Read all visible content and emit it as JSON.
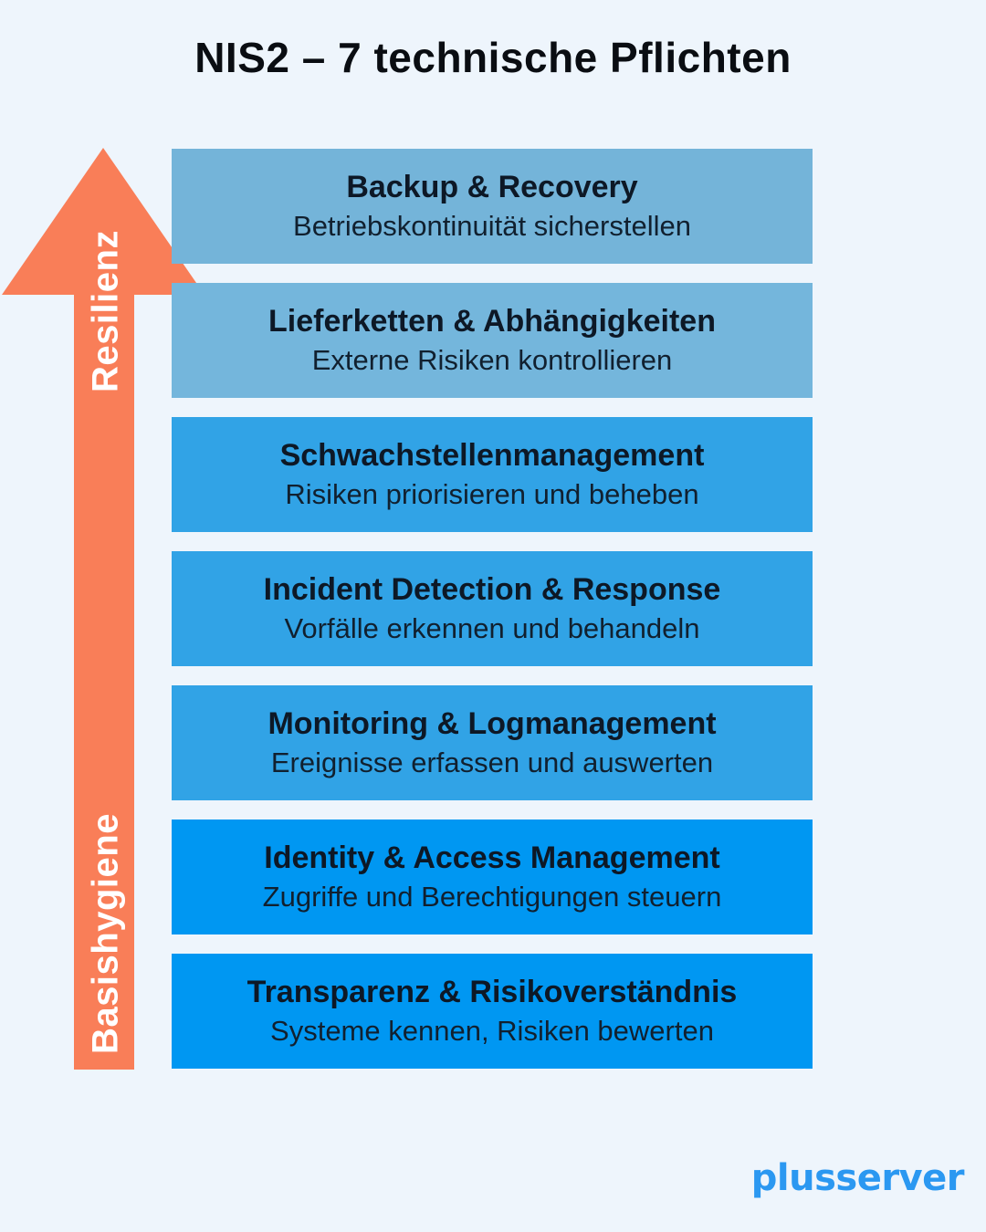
{
  "page": {
    "title": "NIS2 – 7 technische Pflichten"
  },
  "arrow": {
    "color": "#F97E58",
    "top_label": "Resilienz",
    "bottom_label": "Basishygiene"
  },
  "bars": [
    {
      "title": "Backup & Recovery",
      "subtitle": "Betriebskontinuität sicherstellen",
      "color": "#74B4D9"
    },
    {
      "title": "Lieferketten & Abhängigkeiten",
      "subtitle": "Externe Risiken kontrollieren",
      "color": "#74B6DC"
    },
    {
      "title": "Schwachstellenmanagement",
      "subtitle": "Risiken priorisieren und beheben",
      "color": "#31A3E6"
    },
    {
      "title": "Incident Detection & Response",
      "subtitle": "Vorfälle erkennen und behandeln",
      "color": "#31A3E6"
    },
    {
      "title": "Monitoring & Logmanagement",
      "subtitle": "Ereignisse erfassen und auswerten",
      "color": "#31A3E6"
    },
    {
      "title": "Identity & Access Management",
      "subtitle": "Zugriffe und Berechtigungen steuern",
      "color": "#0097F2"
    },
    {
      "title": "Transparenz & Risikoverständnis",
      "subtitle": "Systeme kennen, Risiken bewerten",
      "color": "#0097F2"
    }
  ],
  "footer": {
    "logo_text": "plusserver",
    "logo_color": "#2B98F1"
  },
  "colors": {
    "background": "#EEF5FC",
    "text_dark": "#0D1826"
  }
}
